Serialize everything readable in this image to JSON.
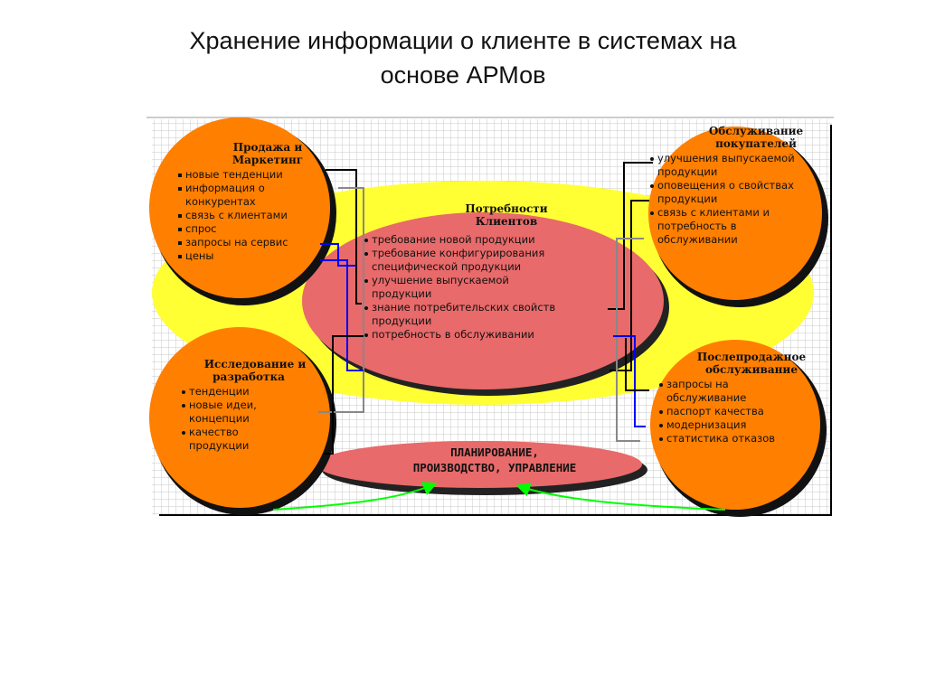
{
  "title": {
    "line1": "Хранение информации о клиенте в системах на",
    "line2": "основе АРМов"
  },
  "diagram": {
    "center": {
      "heading_line1": "Потребности",
      "heading_line2": "Клиентов",
      "items": [
        "требование новой продукции",
        "требование конфигурирования специфической продукции",
        "улучшение выпускаемой продукции",
        "знание потребительских свойств продукции",
        "потребность в обслуживании"
      ]
    },
    "sales": {
      "heading_line1": "Продажа и",
      "heading_line2": "Маркетинг",
      "items": [
        "новые тенденции",
        "информация о конкурентах",
        "связь с клиентами",
        "спрос",
        "запросы на сервис",
        "цены"
      ]
    },
    "research": {
      "heading_line1": "Исследование и",
      "heading_line2": "разработка",
      "items": [
        "тенденции",
        "новые идеи, концепции",
        "качество продукции"
      ]
    },
    "service": {
      "heading_line1": "Обслуживание",
      "heading_line2": "покупателей",
      "items": [
        "улучшения выпускаемой продукции",
        "оповещения о свойствах продукции",
        "связь с клиентами и потребность в обслуживании"
      ]
    },
    "aftersales": {
      "heading_line1": "Послепродажное",
      "heading_line2": "обслуживание",
      "items": [
        "запросы на обслуживание",
        "паспорт качества",
        "модернизация",
        "статистика отказов"
      ]
    },
    "planning": {
      "line1": "ПЛАНИРОВАНИЕ,",
      "line2": "ПРОИЗВОДСТВО, УПРАВЛЕНИЕ"
    }
  },
  "colors": {
    "orange": "#FF7F00",
    "yellow": "#FFFF33",
    "pink": "#E86A6A",
    "grid": "#C8C8C8",
    "blue": "#0000FF",
    "green": "#00FF00"
  }
}
